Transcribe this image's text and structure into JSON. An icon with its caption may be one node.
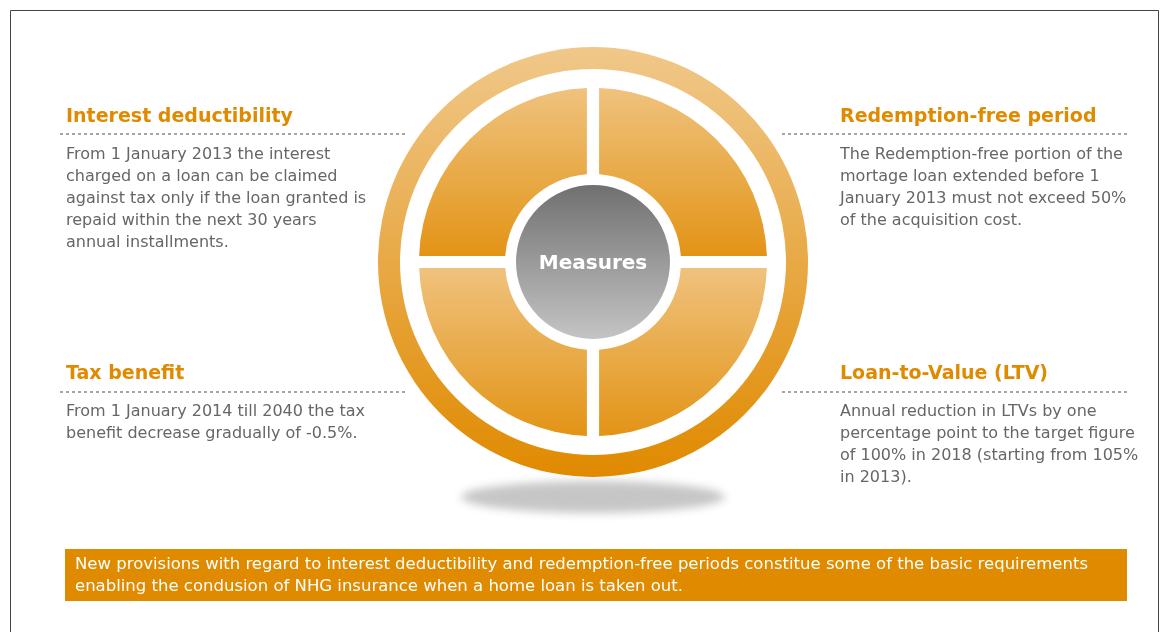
{
  "diagram": {
    "nodes": [
      {
        "text": [
          "Measures"
        ]
      },
      {
        "text": [
          "New provisions with regard to interest deductibility and redemption-free periods constitue some of the basic requirements enabling the condusion of NHG insurance when a home loan is taken out."
        ]
      }
    ],
    "labels": [
      "Interest deductibility",
      "From 1 January 2013 the interest charged on a loan can be claimed against tax only if the loan granted is repaid within the next 30 years annual installments.",
      "Redemption-free period",
      "The Redemption-free portion of the mortage loan extended before 1 January 2013 must not exceed 50% of the acquisition cost.",
      "Tax benefit",
      "From 1 January 2014 till 2040 the tax benefit decrease gradually of -0.5%.",
      "Loan-to-Value (LTV)",
      "Annual reduction in LTVs by one percentage point to the target figure of 100% in 2018 (starting from 105% in 2013)."
    ]
  }
}
